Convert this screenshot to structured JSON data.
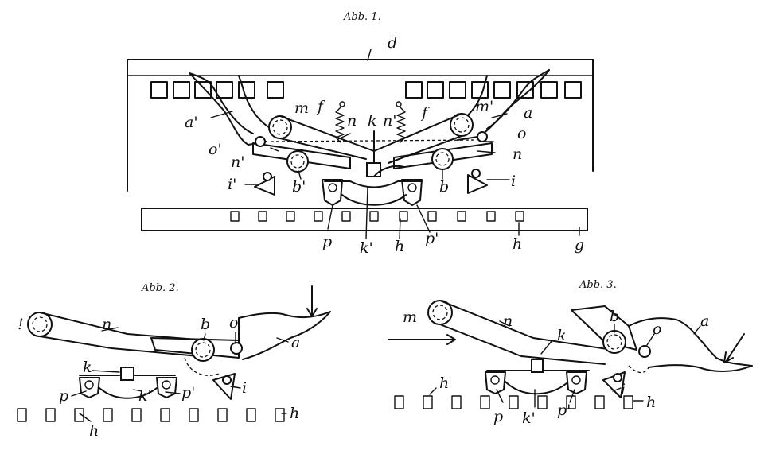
{
  "figures": {
    "fig1": {
      "caption": "Abb. 1.",
      "labels": {
        "d": "d",
        "a_left": "a'",
        "a_right": "a",
        "m_left": "m",
        "m_right": "m'",
        "f_left": "f",
        "f_right": "f",
        "n_left": "n",
        "n_right": "n'",
        "k": "k",
        "o_left": "o'",
        "o_right": "o",
        "n_lower_left": "n'",
        "n_lower_right": "n",
        "i_left": "i'",
        "i_right": "i",
        "b_left": "b'",
        "b_right": "b",
        "p_left": "p",
        "p_right": "p'",
        "k_lower": "k'",
        "h_mid": "h",
        "h_right": "h",
        "g": "g"
      }
    },
    "fig2": {
      "caption": "Abb. 2.",
      "labels": {
        "n": "n",
        "b": "b",
        "o": "o",
        "a": "a",
        "k": "k",
        "p": "p",
        "k_lower": "k'",
        "p_right": "p'",
        "i": "i",
        "h_right": "h",
        "h_bottom": "h",
        "mark": "!"
      }
    },
    "fig3": {
      "caption": "Abb. 3.",
      "labels": {
        "m": "m",
        "n": "n",
        "b": "b",
        "o": "o",
        "a": "a",
        "k": "k",
        "h_top": "h",
        "p": "p",
        "k_lower": "k'",
        "p_right": "p'",
        "i": "i",
        "h_right": "h"
      }
    }
  }
}
